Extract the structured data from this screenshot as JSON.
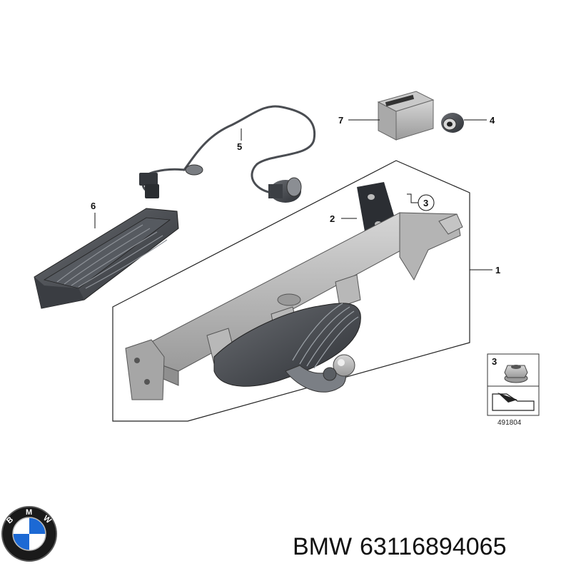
{
  "callouts": {
    "c1": "1",
    "c2": "2",
    "c3": "3",
    "c4": "4",
    "c5": "5",
    "c6": "6",
    "c7": "7"
  },
  "legend_box": {
    "part_number": "3",
    "ref_code": "491804"
  },
  "footer": {
    "brand": "BMW",
    "part_number": "63116894065"
  },
  "logo": {
    "letters": [
      "B",
      "M",
      "W"
    ],
    "colors": {
      "blue": "#1c69d4",
      "white": "#ffffff",
      "black": "#111111"
    }
  }
}
